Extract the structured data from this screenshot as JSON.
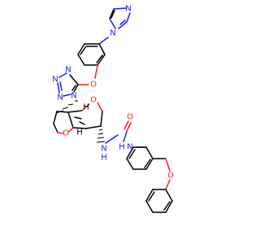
{
  "colors": {
    "carbon_bond": "#000000",
    "nitrogen": "#1a1aff",
    "oxygen": "#ff1a1a",
    "background": "#ffffff"
  },
  "atoms": {
    "imidazole_n1": "N",
    "imidazole_n3": "N",
    "aryl_ether_o": "O",
    "tetrazole_n1": "N",
    "tetrazole_n2": "N",
    "tetrazole_n3": "N",
    "tetrazole_n4": "N",
    "furan_o_upper": "O",
    "furan_o_lower": "O",
    "ring_h_upper": "H",
    "ring_h_lower": "H",
    "urea_nh_left": "N",
    "urea_h_left": "H",
    "urea_o": "O",
    "urea_nh_right": "N",
    "urea_h_right": "H",
    "phenoxy_o": "O"
  }
}
